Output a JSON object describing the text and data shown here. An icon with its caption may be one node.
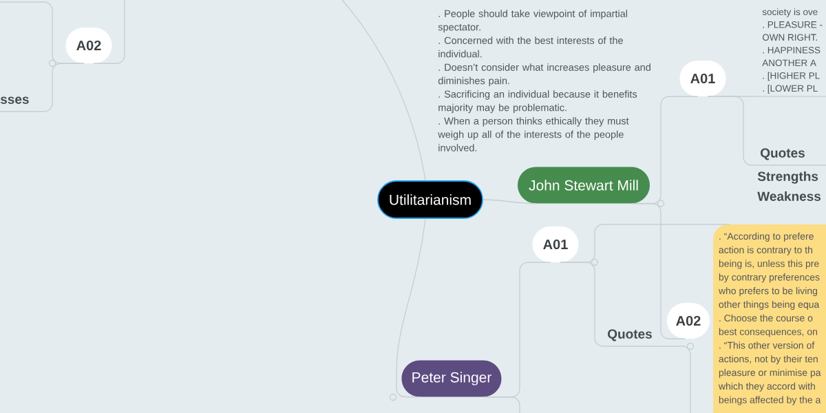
{
  "diagram": {
    "nodes": [
      {
        "text": [
          "Utilitarianism"
        ]
      },
      {
        "text": [
          "John Stewart Mill"
        ]
      },
      {
        "text": [
          "Peter Singer"
        ]
      },
      {
        "text": [
          "A01"
        ]
      },
      {
        "text": [
          "society is ove",
          ". PLEASURE -",
          "OWN RIGHT.",
          ". HAPPINESS",
          "ANOTHER A",
          ". [HIGHER PL",
          ". [LOWER PL"
        ]
      },
      {
        "text": [
          "Quotes"
        ]
      },
      {
        "text": [
          ". People should take viewpoint of impartial spectator.",
          ". Concerned with the best interests of the individual.",
          ". Doesn’t consider what increases pleasure and diminishes pain.",
          ". Sacrificing an individual because it benefits majority may be problematic.",
          ". When a person thinks ethically they must weigh up all of the interests of the people involved."
        ]
      },
      {
        "text": [
          "A02"
        ]
      },
      {
        "text": [
          "Strengths"
        ]
      },
      {
        "text": [
          "Weakness"
        ]
      },
      {
        "text": [
          "A01"
        ]
      },
      {
        "text": [
          "Quotes"
        ]
      },
      {
        "text": [
          ". “According to prefere",
          "action is contrary to th",
          "being is, unless this pre",
          "by contrary preferences",
          "who prefers to be living",
          "other things being equa",
          ". Choose the course o",
          "best consequences, on",
          ". “This other version of",
          "actions, not by their ten",
          "pleasure or minimise pa",
          "which they accord with",
          "beings affected by the a"
        ]
      },
      {
        "text": [
          "A02"
        ]
      },
      {
        "text": [
          "sses"
        ]
      }
    ],
    "edges": [
      {
        "from": 0,
        "to": null,
        "arrow": "none"
      },
      {
        "from": 0,
        "to": 1,
        "arrow": "none"
      },
      {
        "from": 0,
        "to": 2,
        "arrow": "none"
      },
      {
        "from": 1,
        "to": 3,
        "arrow": "none"
      },
      {
        "from": 1,
        "to": 7,
        "arrow": "none"
      },
      {
        "from": 3,
        "to": 4,
        "arrow": "none"
      },
      {
        "from": 3,
        "to": 5,
        "arrow": "none"
      },
      {
        "from": 2,
        "to": 10,
        "arrow": "none"
      },
      {
        "from": 2,
        "to": null,
        "arrow": "none"
      },
      {
        "from": 10,
        "to": 12,
        "arrow": "none"
      },
      {
        "from": 10,
        "to": 11,
        "arrow": "none"
      },
      {
        "from": 11,
        "to": null,
        "arrow": "none"
      },
      {
        "from": null,
        "to": 13,
        "arrow": "none"
      },
      {
        "from": 13,
        "to": 14,
        "arrow": "none"
      },
      {
        "from": 13,
        "to": null,
        "arrow": "none"
      }
    ]
  }
}
